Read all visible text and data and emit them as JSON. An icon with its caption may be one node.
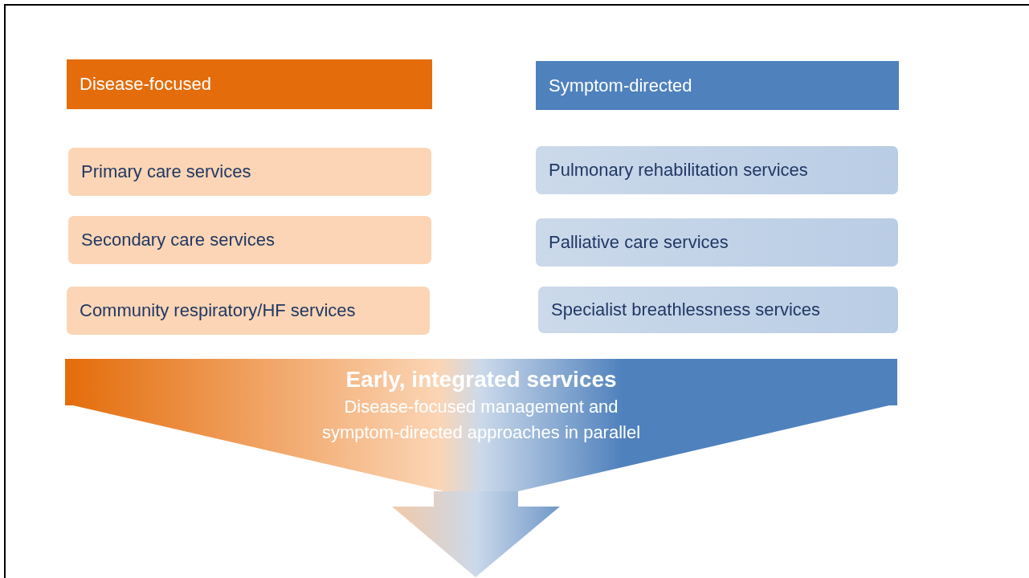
{
  "diagram": {
    "nodes": [
      {
        "text": [
          "Disease-focused"
        ]
      },
      {
        "text": [
          "Symptom-directed"
        ]
      },
      {
        "text": [
          "Primary care services"
        ]
      },
      {
        "text": [
          "Pulmonary rehabilitation services"
        ]
      },
      {
        "text": [
          "Secondary care services"
        ]
      },
      {
        "text": [
          "Palliative care services"
        ]
      },
      {
        "text": [
          "Community respiratory/HF services"
        ]
      },
      {
        "text": [
          "Specialist breathlessness services"
        ]
      },
      {
        "text": [
          "Early, integrated services",
          "Disease-focused management and symptom-directed approaches in parallel"
        ]
      }
    ]
  }
}
